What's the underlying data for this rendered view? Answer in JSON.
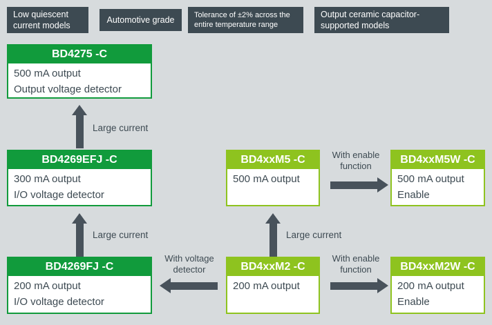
{
  "tags": [
    {
      "label": "Low quiescent current models"
    },
    {
      "label": "Automotive grade"
    },
    {
      "label": "Tolerance of ±2% across the entire temperature range"
    },
    {
      "label": "Output ceramic capacitor-supported models"
    }
  ],
  "boxes": [
    {
      "id": "bd4275",
      "title": "BD4275 -C",
      "lines": [
        "500 mA output",
        "Output voltage detector"
      ],
      "variant": "dark"
    },
    {
      "id": "bd4269efj",
      "title": "BD4269EFJ -C",
      "lines": [
        "300 mA output",
        "I/O voltage detector"
      ],
      "variant": "dark"
    },
    {
      "id": "bd4269fj",
      "title": "BD4269FJ -C",
      "lines": [
        "200 mA output",
        "I/O voltage detector"
      ],
      "variant": "dark"
    },
    {
      "id": "bd4xxm5",
      "title": "BD4xxM5 -C",
      "lines": [
        "500 mA output"
      ],
      "variant": "light"
    },
    {
      "id": "bd4xxm5w",
      "title": "BD4xxM5W -C",
      "lines": [
        "500 mA output",
        "Enable"
      ],
      "variant": "light"
    },
    {
      "id": "bd4xxm2",
      "title": "BD4xxM2 -C",
      "lines": [
        "200 mA output"
      ],
      "variant": "light"
    },
    {
      "id": "bd4xxm2w",
      "title": "BD4xxM2W -C",
      "lines": [
        "200 mA output",
        "Enable"
      ],
      "variant": "light"
    }
  ],
  "arrow_labels": {
    "large_current_1": "Large current",
    "large_current_2": "Large current",
    "large_current_3": "Large current",
    "with_enable_1": "With enable function",
    "with_voltage": "With voltage detector",
    "with_enable_2": "With enable function"
  },
  "colors": {
    "background": "#d7dbdd",
    "tag_background": "#3d4a52",
    "dark_green": "#119b3c",
    "light_green": "#8ec31f",
    "arrow": "#48525b",
    "text": "#3d4a52"
  }
}
